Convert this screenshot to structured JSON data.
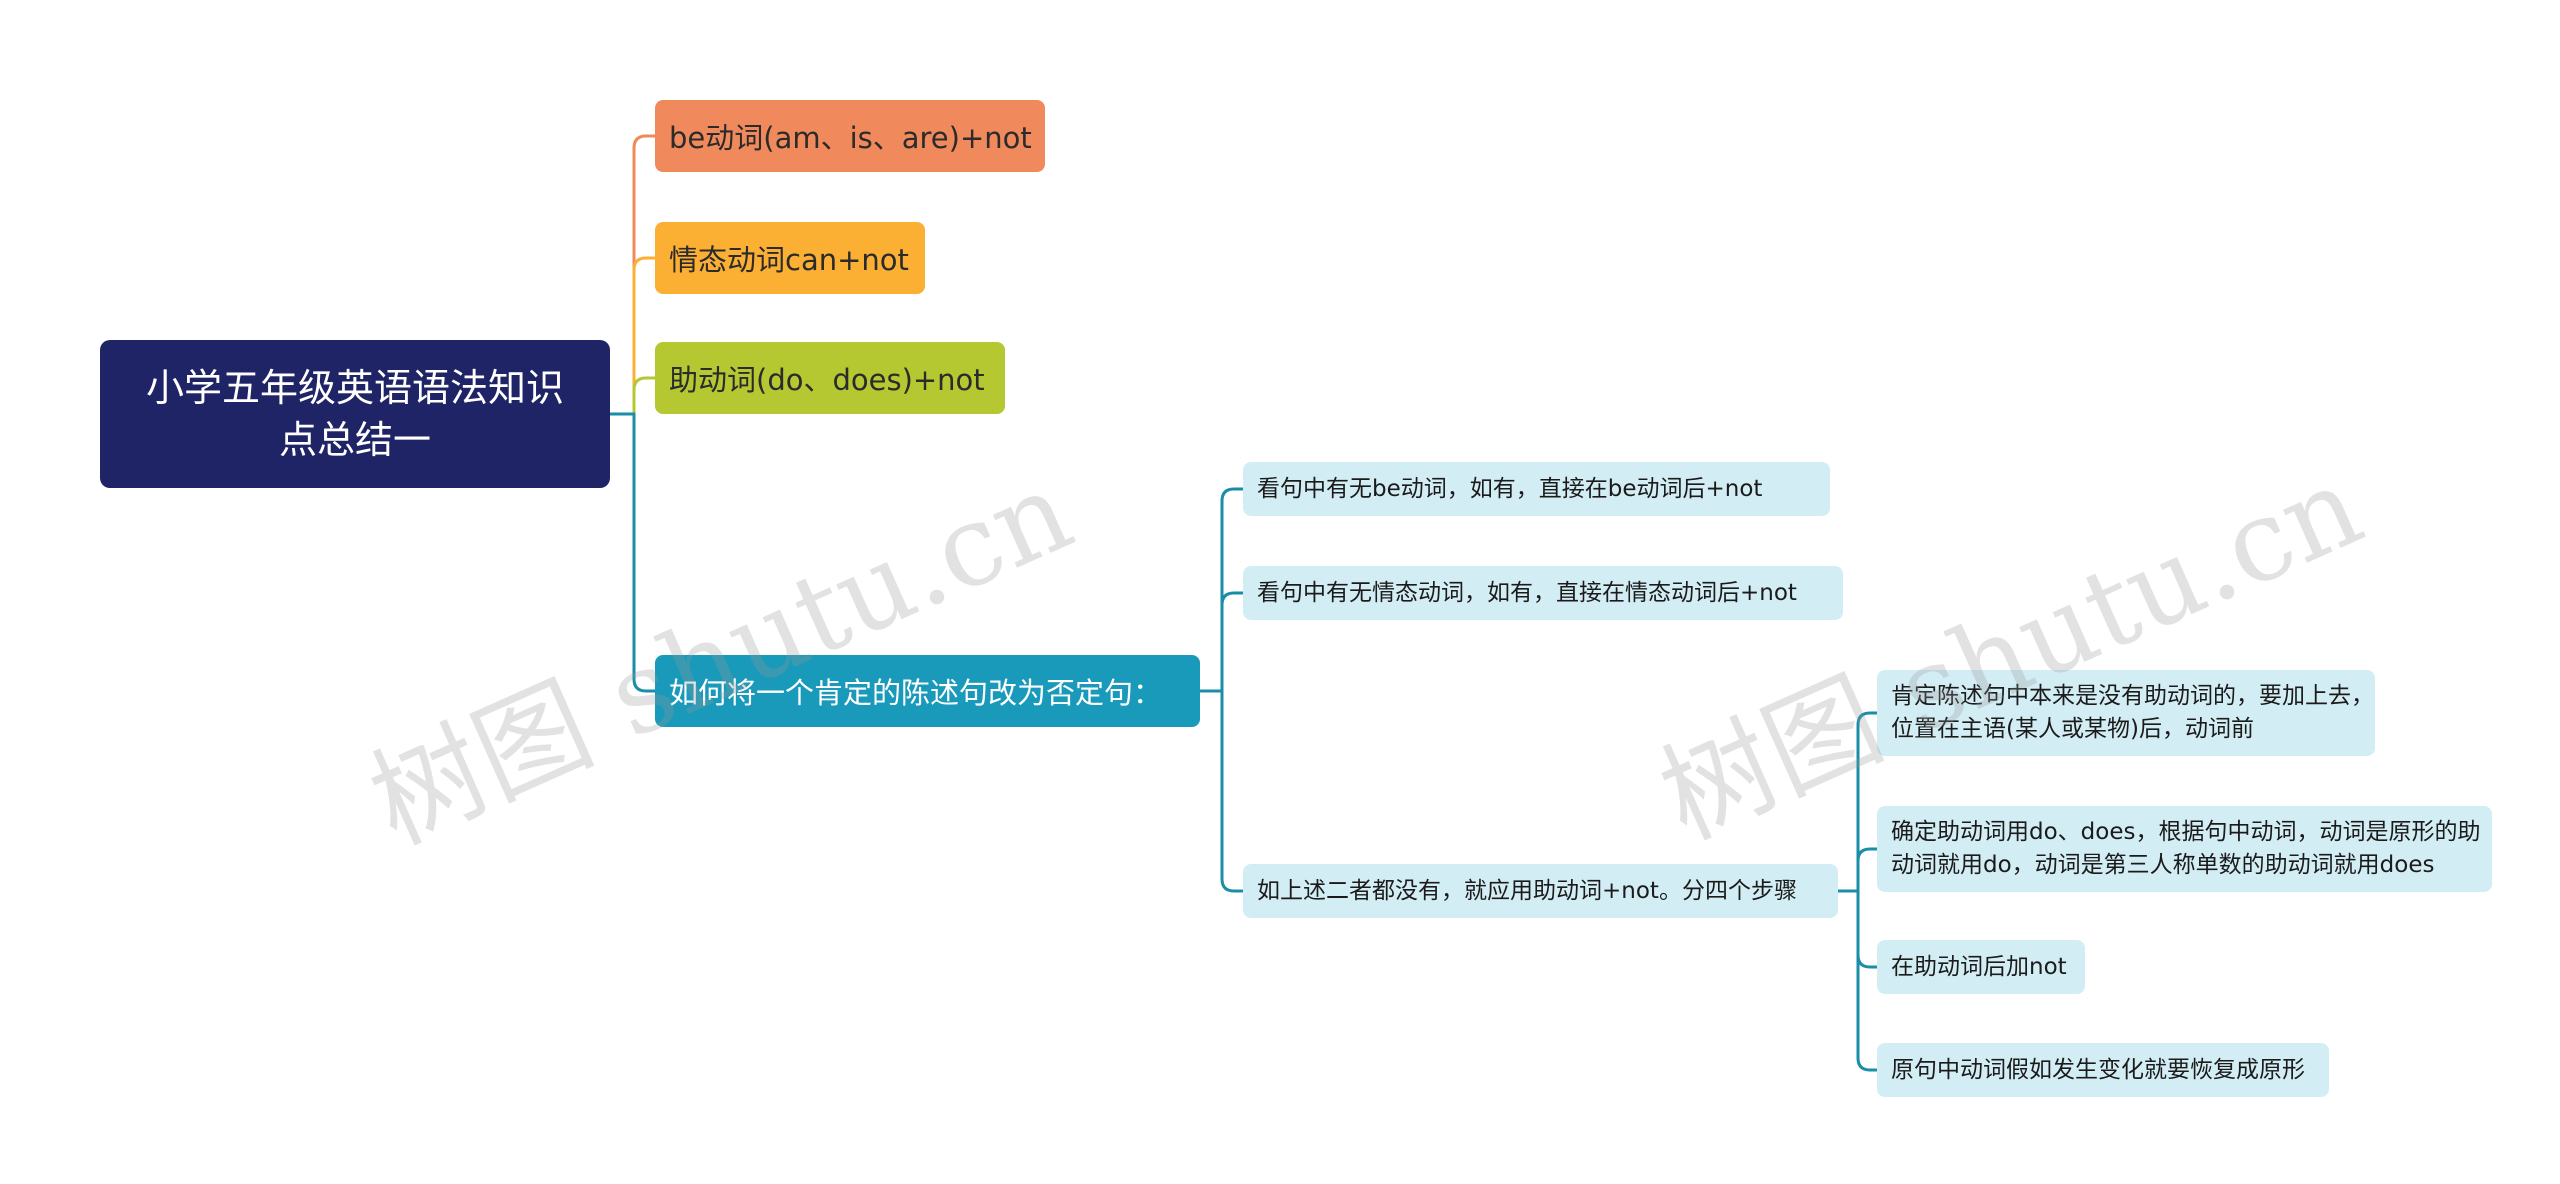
{
  "root": {
    "title": "小学五年级英语语法知识点总结一"
  },
  "branches": [
    {
      "label": "be动词(am、is、are)+not",
      "color": "#f08a5c"
    },
    {
      "label": "情态动词can+not",
      "color": "#fbb034"
    },
    {
      "label": "助动词(do、does)+not",
      "color": "#b5c832"
    },
    {
      "label": "如何将一个肯定的陈述句改为否定句：",
      "color": "#1a9aba",
      "children": [
        {
          "label": "看句中有无be动词，如有，直接在be动词后+not"
        },
        {
          "label": "看句中有无情态动词，如有，直接在情态动词后+not"
        },
        {
          "label": "如上述二者都没有，就应用助动词+not。分四个步骤",
          "children": [
            {
              "label": "肯定陈述句中本来是没有助动词的，要加上去，位置在主语(某人或某物)后，动词前"
            },
            {
              "label": "确定助动词用do、does，根据句中动词，动词是原形的助动词就用do，动词是第三人称单数的助动词就用does"
            },
            {
              "label": "在助动词后加not"
            },
            {
              "label": "原句中动词假如发生变化就要恢复成原形"
            }
          ]
        }
      ]
    }
  ],
  "watermark": {
    "text": "树图 shutu.cn"
  },
  "colors": {
    "root_bg": "#1f2466",
    "leaf_bg": "#d3edf4",
    "connector": "#1a8ea8"
  }
}
